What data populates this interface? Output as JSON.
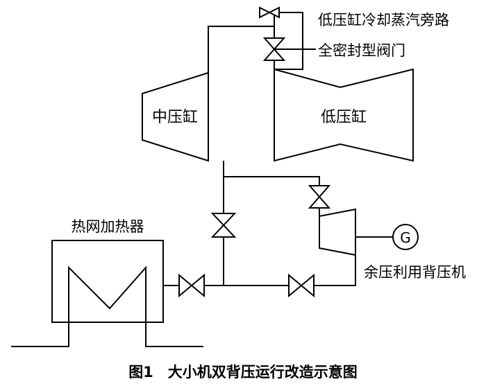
{
  "labels": {
    "lp_bypass": "低压缸冷却蒸汽旁路",
    "sealed_valve": "全密封型阀门",
    "ip_cylinder": "中压缸",
    "lp_cylinder": "低压缸",
    "heater": "热网加热器",
    "generator": "G",
    "backpressure_turbine": "余压利用背压机"
  },
  "caption": "图1　大小机双背压运行改造示意图"
}
